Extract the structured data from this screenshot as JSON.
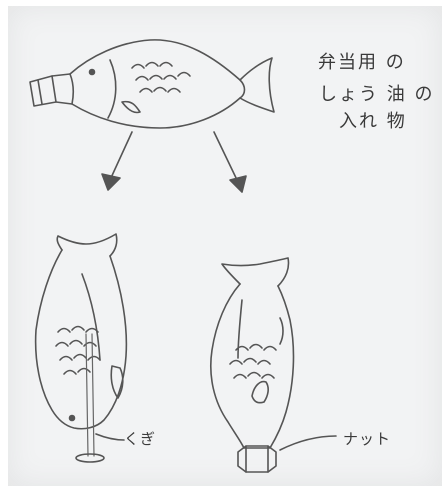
{
  "annotations": {
    "title_line_1": "弁当用 の",
    "title_line_2": "しょう 油 の",
    "title_line_3": "入れ 物",
    "nail_label": "くぎ",
    "nut_label": "ナット"
  }
}
